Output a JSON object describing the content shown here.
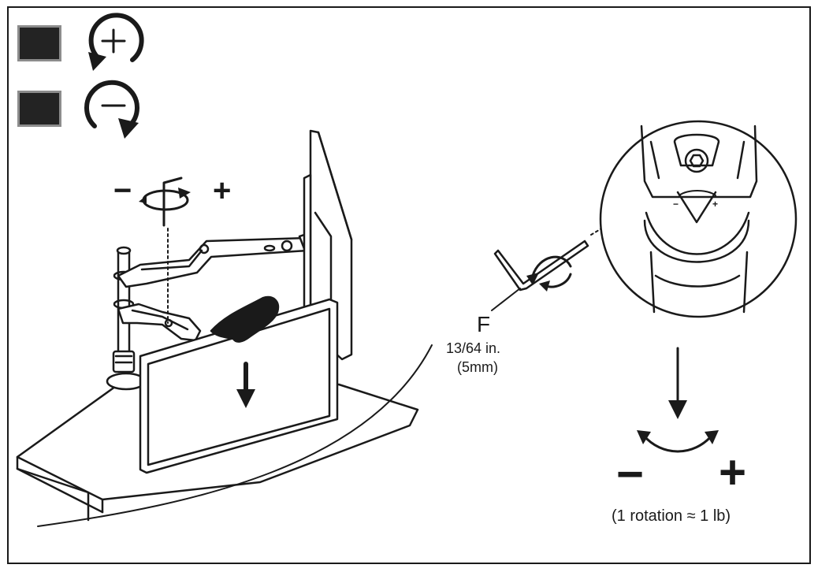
{
  "colors": {
    "line": "#1a1a1a",
    "swatch_fill": "#232323",
    "swatch_border": "#8c8c8c",
    "background": "#ffffff"
  },
  "legend": [
    {
      "swatch": "dark-square",
      "icon": "rotate-clockwise-plus-icon",
      "symbol": "+"
    },
    {
      "swatch": "dark-square",
      "icon": "rotate-counterclockwise-minus-icon",
      "symbol": "−"
    }
  ],
  "adjust_indicator": {
    "minus": "−",
    "plus": "+"
  },
  "tool": {
    "letter": "F",
    "size_in": "13/64 in.",
    "size_mm": "(5mm)"
  },
  "tension_scale": {
    "minus": "−",
    "plus": "+",
    "note": "(1 rotation ≈ 1 lb)"
  },
  "detail_markings": {
    "minus": "−",
    "plus": "+"
  }
}
